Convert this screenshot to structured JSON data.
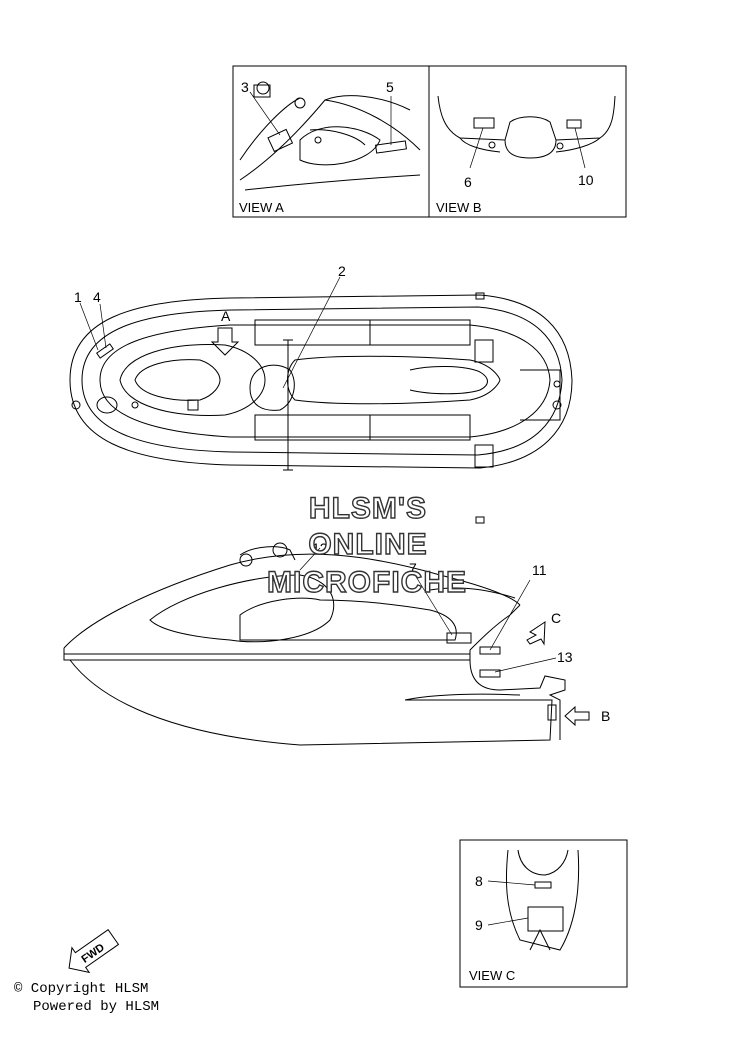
{
  "views": {
    "a": {
      "title": "VIEW A",
      "callouts": [
        "3",
        "5"
      ]
    },
    "b": {
      "title": "VIEW B",
      "callouts": [
        "6",
        "10"
      ]
    },
    "c": {
      "title": "VIEW C",
      "callouts": [
        "8",
        "9"
      ]
    }
  },
  "top_view": {
    "callouts": [
      "1",
      "4",
      "2"
    ],
    "arrow_label": "A"
  },
  "side_view": {
    "callouts": [
      "12",
      "7",
      "11",
      "13"
    ],
    "arrow_labels": [
      "C",
      "B"
    ]
  },
  "watermark": [
    "HLSM'S",
    "ONLINE",
    "MICROFICHE"
  ],
  "fwd_label": "FWD",
  "footer": {
    "copyright": "© Copyright HLSM",
    "powered": "Powered by HLSM"
  }
}
